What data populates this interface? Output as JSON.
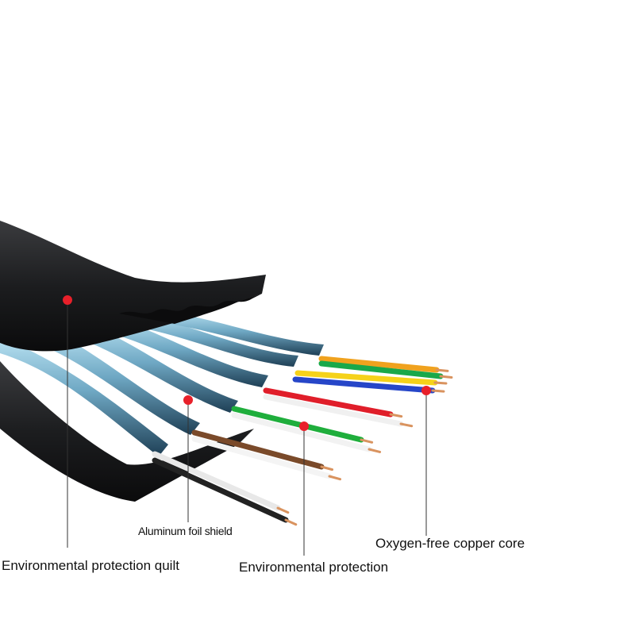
{
  "labels": {
    "foil_shield": "Aluminum foil shield",
    "protection_quilt": "Environmental protection quilt",
    "environmental_protection": "Environmental protection",
    "copper_core": "Oxygen-free copper core"
  },
  "colors": {
    "marker": "#e8202a",
    "jacket": "#1c1d1f",
    "shield": "#7fb6d0",
    "copper": "#d9935f"
  },
  "wires": [
    {
      "color": "#f0a21e"
    },
    {
      "color": "#19a84a"
    },
    {
      "color": "#f5d21a"
    },
    {
      "color": "#2646c8"
    },
    {
      "color": "#e01e2a"
    },
    {
      "color": "#f0f0f0"
    },
    {
      "color": "#1fae3c"
    },
    {
      "color": "#f2f2f2"
    },
    {
      "color": "#7a4a2a"
    },
    {
      "color": "#f4f4f4"
    },
    {
      "color": "#e8e8e8"
    },
    {
      "color": "#222222"
    }
  ]
}
